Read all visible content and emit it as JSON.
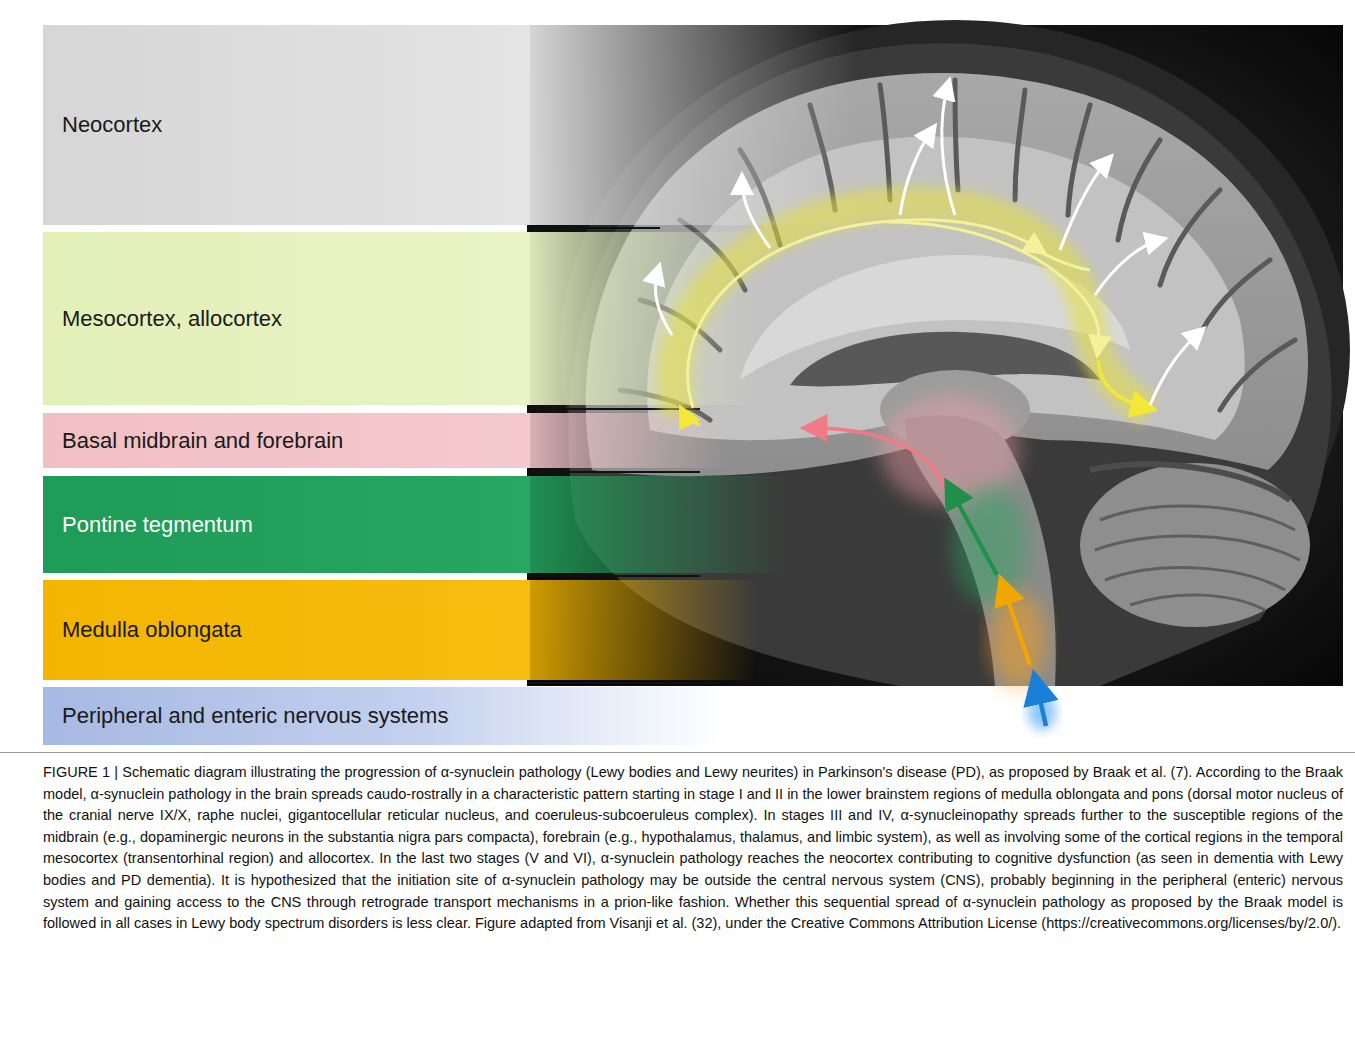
{
  "diagram": {
    "caption": "FIGURE 1 | Schematic diagram illustrating the progression of α-synuclein pathology (Lewy bodies and Lewy neurites) in Parkinson's disease (PD), as proposed by Braak et al. (7). According to the Braak model, α-synuclein pathology in the brain spreads caudo-rostrally in a characteristic pattern starting in stage I and II in the lower brainstem regions of medulla oblongata and pons (dorsal motor nucleus of the cranial nerve IX/X, raphe nuclei, gigantocellular reticular nucleus, and coeruleus-subcoeruleus complex). In stages III and IV, α-synucleinopathy spreads further to the susceptible regions of the midbrain (e.g., dopaminergic neurons in the substantia nigra pars compacta), forebrain (e.g., hypothalamus, thalamus, and limbic system), as well as involving some of the cortical regions in the temporal mesocortex (transentorhinal region) and allocortex. In the last two stages (V and VI), α-synuclein pathology reaches the neocortex contributing to cognitive dysfunction (as seen in dementia with Lewy bodies and PD dementia). It is hypothesized that the initiation site of α-synuclein pathology may be outside the central nervous system (CNS), probably beginning in the peripheral (enteric) nervous system and gaining access to the CNS through retrograde transport mechanisms in a prion-like fashion. Whether this sequential spread of α-synuclein pathology as proposed by the Braak model is followed in all cases in Lewy body spectrum disorders is less clear. Figure adapted from Visanji et al. (32), under the Creative Commons Attribution License (https://creativecommons.org/licenses/by/2.0/).",
    "nodes": [
      {
        "text": [
          "Neocortex"
        ]
      },
      {
        "text": [
          "Mesocortex, allocortex"
        ]
      },
      {
        "text": [
          "Basal midbrain and forebrain"
        ]
      },
      {
        "text": [
          "Pontine tegmentum"
        ]
      },
      {
        "text": [
          "Medulla oblongata"
        ]
      },
      {
        "text": [
          "Peripheral and enteric nervous systems"
        ]
      }
    ]
  }
}
